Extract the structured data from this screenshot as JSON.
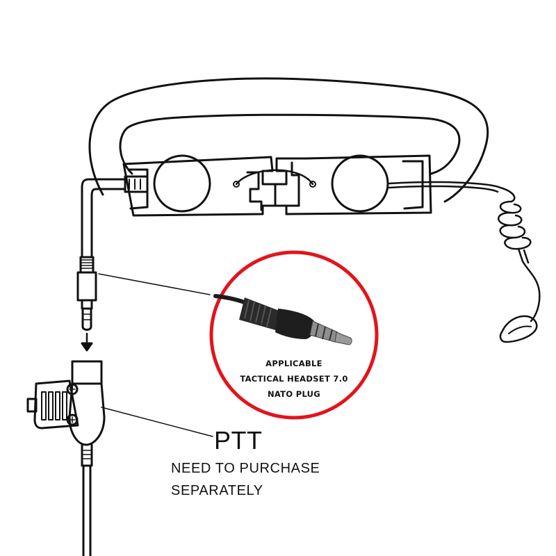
{
  "callout": {
    "line1": "APPLICABLE",
    "line2": "TACTICAL HEADSET 7.0",
    "line3": "NATO PLUG",
    "ring_color": "#e3141b"
  },
  "ptt": {
    "title": "PTT",
    "note_line1": "NEED TO PURCHASE",
    "note_line2": "SEPARATELY"
  },
  "colors": {
    "line": "#111111",
    "background": "#ffffff"
  }
}
